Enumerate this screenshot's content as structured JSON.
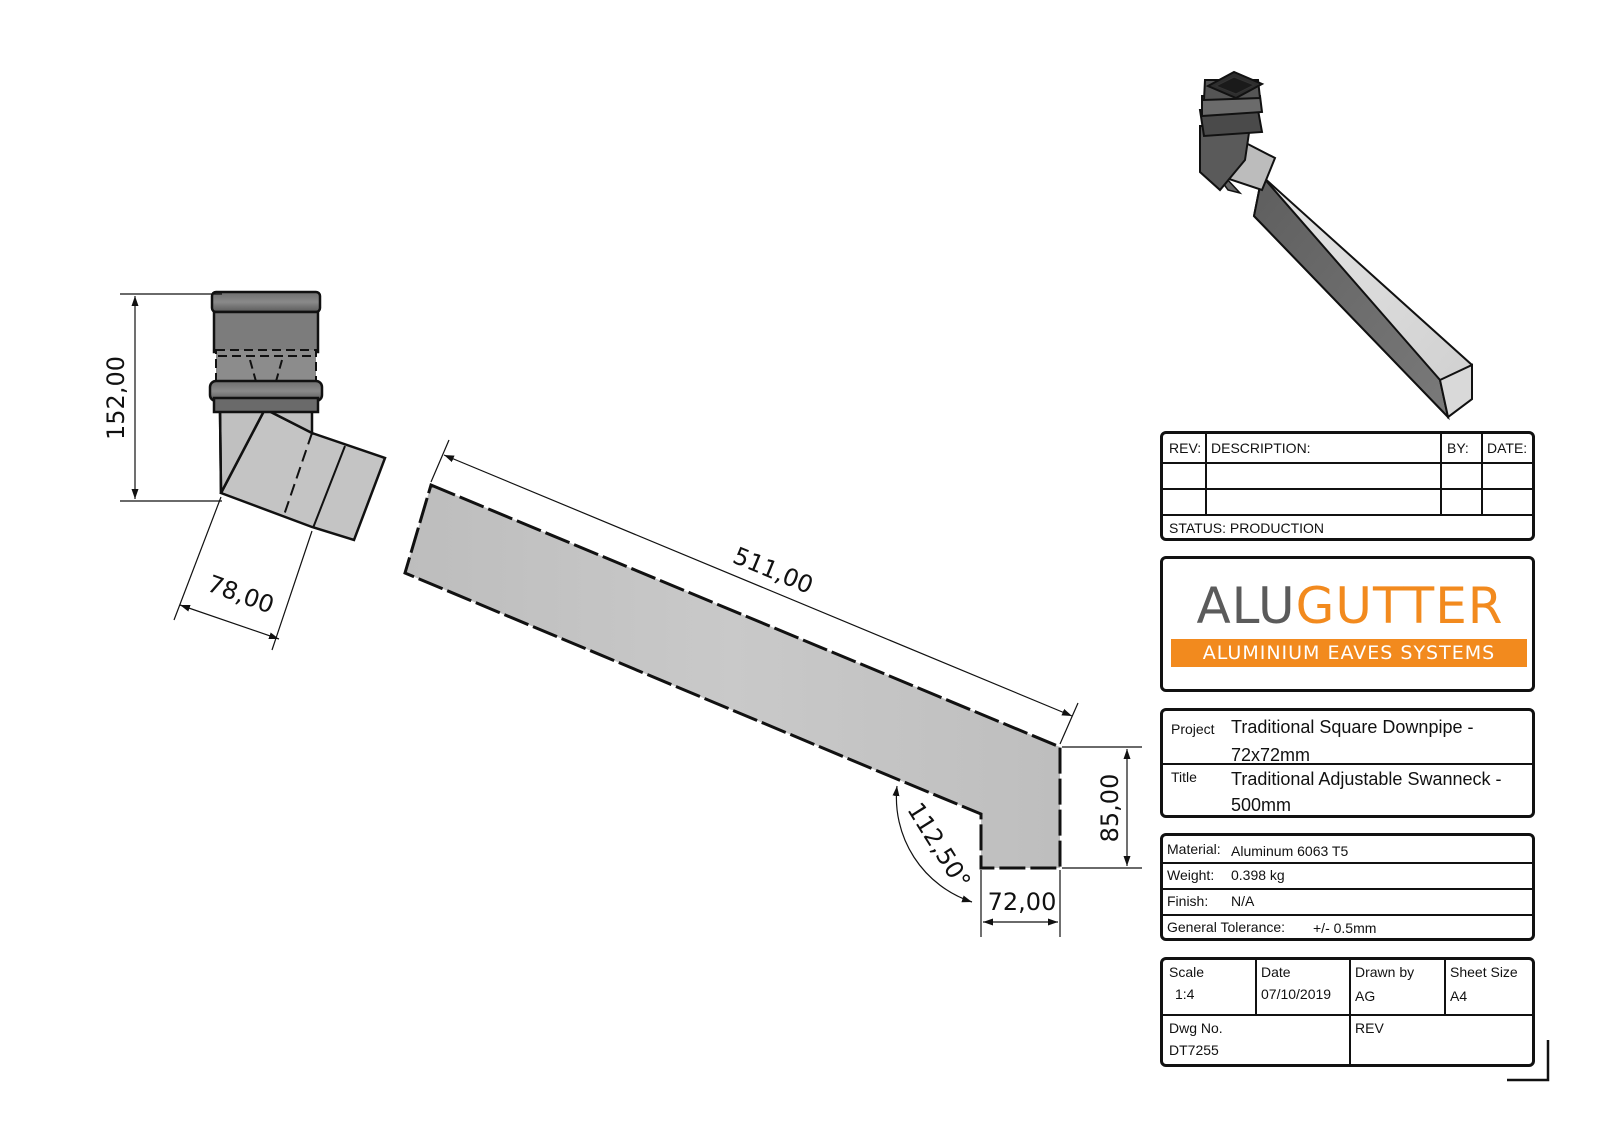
{
  "dimensions": {
    "height_total": "152,00",
    "outlet_width": "78,00",
    "pipe_length": "511,00",
    "offset_height": "85,00",
    "outlet_end_width": "72,00",
    "angle": "112,50°"
  },
  "revision_table": {
    "rev_label": "REV:",
    "description_label": "DESCRIPTION:",
    "by_label": "BY:",
    "date_label": "DATE:",
    "status": "STATUS: PRODUCTION"
  },
  "logo": {
    "alu": "ALU",
    "gutter": "GUTTER",
    "tagline": "ALUMINIUM EAVES SYSTEMS",
    "colors": {
      "grey": "#5b5b5b",
      "orange": "#f28a1e"
    }
  },
  "project": {
    "project_label": "Project",
    "project_value_line1": "Traditional Square Downpipe -",
    "project_value_line2": "72x72mm",
    "title_label": "Title",
    "title_value_line1": "Traditional Adjustable Swanneck -",
    "title_value_line2": "500mm"
  },
  "material": {
    "material_label": "Material:",
    "material_value": "Aluminum 6063 T5",
    "weight_label": "Weight:",
    "weight_value": "0.398 kg",
    "finish_label": "Finish:",
    "finish_value": "N/A",
    "tolerance_label": "General Tolerance:",
    "tolerance_value": "+/- 0.5mm"
  },
  "sheet_info": {
    "scale_label": "Scale",
    "scale_value": "1:4",
    "date_label": "Date",
    "date_value": "07/10/2019",
    "drawn_by_label": "Drawn by",
    "drawn_by_value": "AG",
    "sheet_size_label": "Sheet Size",
    "sheet_size_value": "A4",
    "dwg_no_label": "Dwg No.",
    "dwg_no_value": "DT7255",
    "rev_label": "REV"
  }
}
